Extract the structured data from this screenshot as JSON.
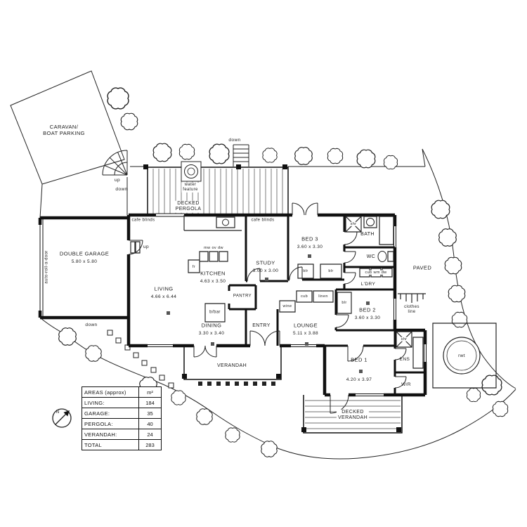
{
  "site": {
    "caravan_parking": "CARAVAN/\nBOAT PARKING",
    "up": "up",
    "down": "down",
    "water_feature": "water\nfeature",
    "decked_pergola": "DECKED\nPERGOLA",
    "cafe_blinds": "cafe blinds",
    "paved": "PAVED",
    "clothes_line": "clothes\nline",
    "rwt": "rwt",
    "auto_roll_door": "auto-roll-a-door"
  },
  "rooms": {
    "garage_name": "DOUBLE GARAGE",
    "garage_dims": "5.80 x 5.80",
    "living_name": "LIVING",
    "living_dims": "4.66 x 6.44",
    "kitchen_name": "KITCHEN",
    "kitchen_dims": "4.63 x 3.50",
    "study_name": "STUDY",
    "study_dims": "3.00 x 3.00",
    "bed3_name": "BED 3",
    "bed3_dims": "3.60 x 3.30",
    "bed2_name": "BED 2",
    "bed2_dims": "3.60 x 3.30",
    "bed1_name": "BED 1",
    "bed1_dims": "4.20 x 3.97",
    "dining_name": "DINING",
    "dining_dims": "3.30 x 3.40",
    "lounge_name": "LOUNGE",
    "lounge_dims": "5.11 x 3.88",
    "entry": "ENTRY",
    "pantry": "PANTRY",
    "bath": "BATH",
    "wc": "WC",
    "ldry": "L'DRY",
    "ens": "ENS",
    "wr": "W/R",
    "verandah": "VERANDAH",
    "decked_verandah": "DECKED\nVERANDAH"
  },
  "fixtures": {
    "shr": "shr",
    "mw_ov_dw": "mw ov dw",
    "fr": "fr",
    "bbar": "b/bar",
    "wine": "wine",
    "cub": "cub",
    "linen": "linen",
    "blr": "blr",
    "cub_wm_dw": "cub wm dw"
  },
  "compass": {
    "north": "N"
  },
  "areas_table": {
    "title": "AREAS (approx)",
    "unit": "m²",
    "rows": [
      {
        "label": "LIVING:",
        "value": "184"
      },
      {
        "label": "GARAGE:",
        "value": "35"
      },
      {
        "label": "PERGOLA:",
        "value": "40"
      },
      {
        "label": "VERANDAH:",
        "value": "24"
      }
    ],
    "total_label": "TOTAL",
    "total_value": "283"
  }
}
